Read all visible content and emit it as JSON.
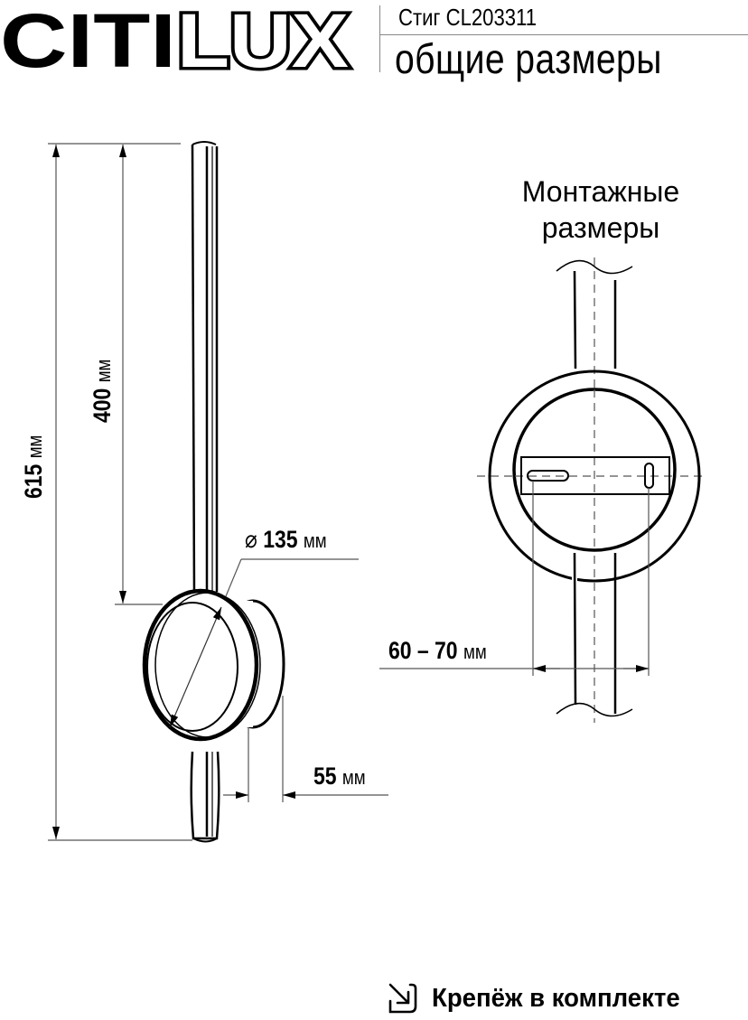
{
  "header": {
    "brand": "CITILUX",
    "model": "Стиг CL203311",
    "subtitle": "общие размеры"
  },
  "dimensions": {
    "total_height": {
      "value": "615",
      "unit": "мм"
    },
    "bar_to_disc": {
      "value": "400",
      "unit": "мм"
    },
    "diameter": {
      "symbol": "⌀",
      "value": "135",
      "unit": "мм"
    },
    "depth": {
      "value": "55",
      "unit": "мм"
    },
    "mount_spacing": {
      "value": "60 – 70",
      "unit": "мм"
    }
  },
  "mounting": {
    "title_line1": "Монтажные",
    "title_line2": "размеры"
  },
  "footer": {
    "icon": "arrow-into-box-icon",
    "text": "Крепёж в комплекте"
  },
  "colors": {
    "line": "#000000",
    "dim_line": "#555555"
  }
}
